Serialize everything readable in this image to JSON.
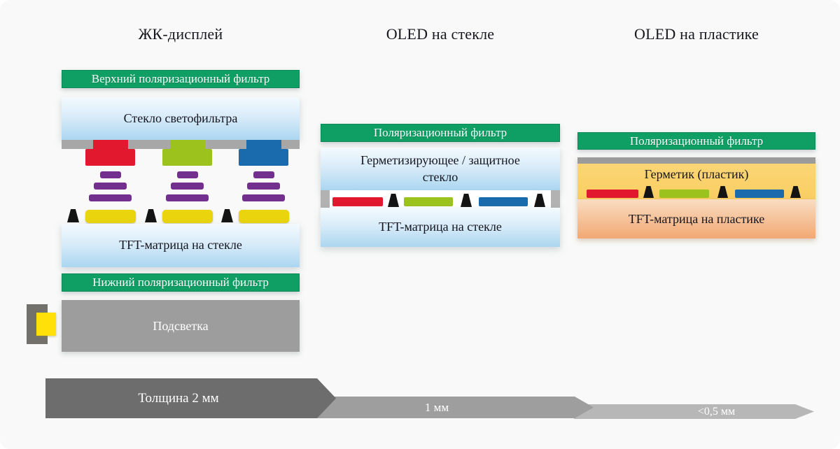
{
  "columns": [
    {
      "title": "ЖК-дисплей",
      "layers": {
        "top_polarizer": "Верхний поляризационный фильтр",
        "glass": "Стекло светофильтра",
        "tft": "TFT-матрица на стекле",
        "bottom_polarizer": "Нижний поляризационный фильтр",
        "backlight": "Подсветка"
      }
    },
    {
      "title": "OLED на стекле",
      "layers": {
        "polarizer": "Поляризационный фильтр",
        "seal": "Герметизирующее / защитное стекло",
        "tft": "TFT-матрица на стекле"
      }
    },
    {
      "title": "OLED на пластике",
      "layers": {
        "polarizer": "Поляризационный фильтр",
        "seal": "Герметик (пластик)",
        "tft": "TFT-матрица на пластике"
      }
    }
  ],
  "scale": {
    "segments": [
      {
        "label": "Толщина 2 мм"
      },
      {
        "label": "1 мм"
      },
      {
        "label": "<0,5 мм"
      }
    ]
  },
  "colors": {
    "accent_green": "#0f9e63",
    "subpixel_red": "#e2182f",
    "subpixel_green": "#9cc21d",
    "subpixel_blue": "#1a6bad",
    "liquid_crystal_purple": "#722f8e",
    "electrode_yellow": "#e9d40e",
    "led_yellow": "#ffe008",
    "glass_blue": "#abd6f0",
    "seal_plastic_yellow": "#fbd26e",
    "tft_plastic_orange": "#f2a873",
    "backlight_gray": "#9d9d9d",
    "arrow_dark": "#6d6d6d",
    "arrow_mid": "#9e9e9e",
    "arrow_light": "#b7b7b7"
  }
}
